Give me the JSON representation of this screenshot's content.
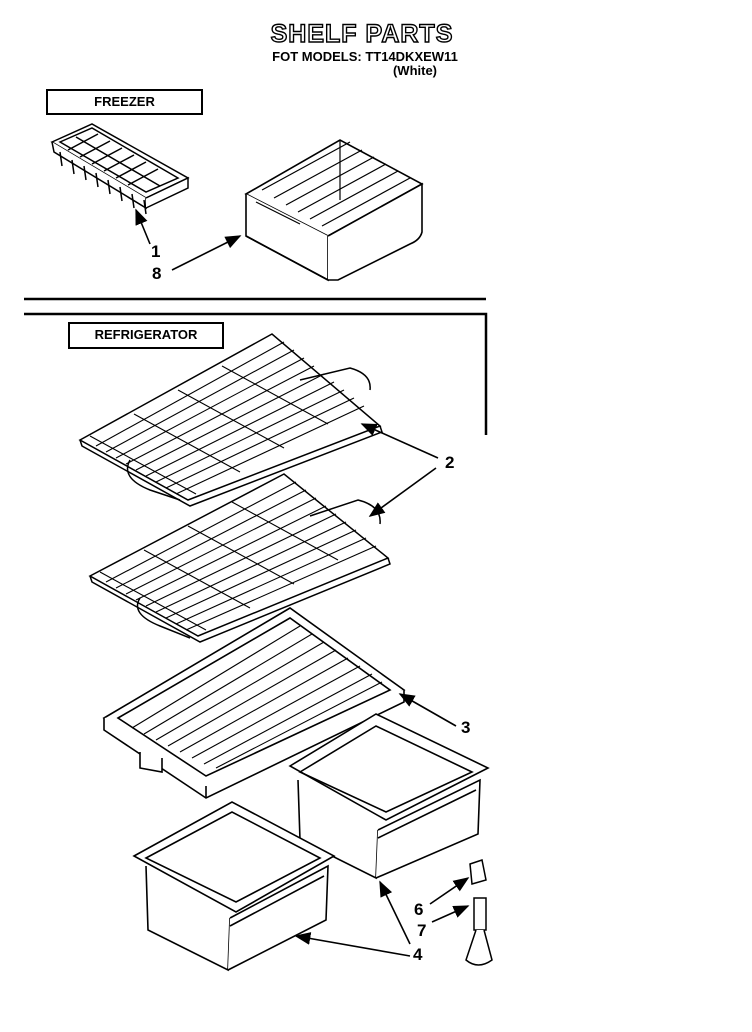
{
  "header": {
    "title": "SHELF PARTS",
    "models_line": "FOT MODELS: TT14DKXEW11",
    "color_note": "(White)"
  },
  "sections": {
    "freezer_label": "FREEZER",
    "refrigerator_label": "REFRIGERATOR"
  },
  "callouts": [
    {
      "id": "c1",
      "text": "1"
    },
    {
      "id": "c8",
      "text": "8"
    },
    {
      "id": "c2",
      "text": "2"
    },
    {
      "id": "c3",
      "text": "3"
    },
    {
      "id": "c6",
      "text": "6"
    },
    {
      "id": "c7",
      "text": "7"
    },
    {
      "id": "c4",
      "text": "4"
    }
  ]
}
